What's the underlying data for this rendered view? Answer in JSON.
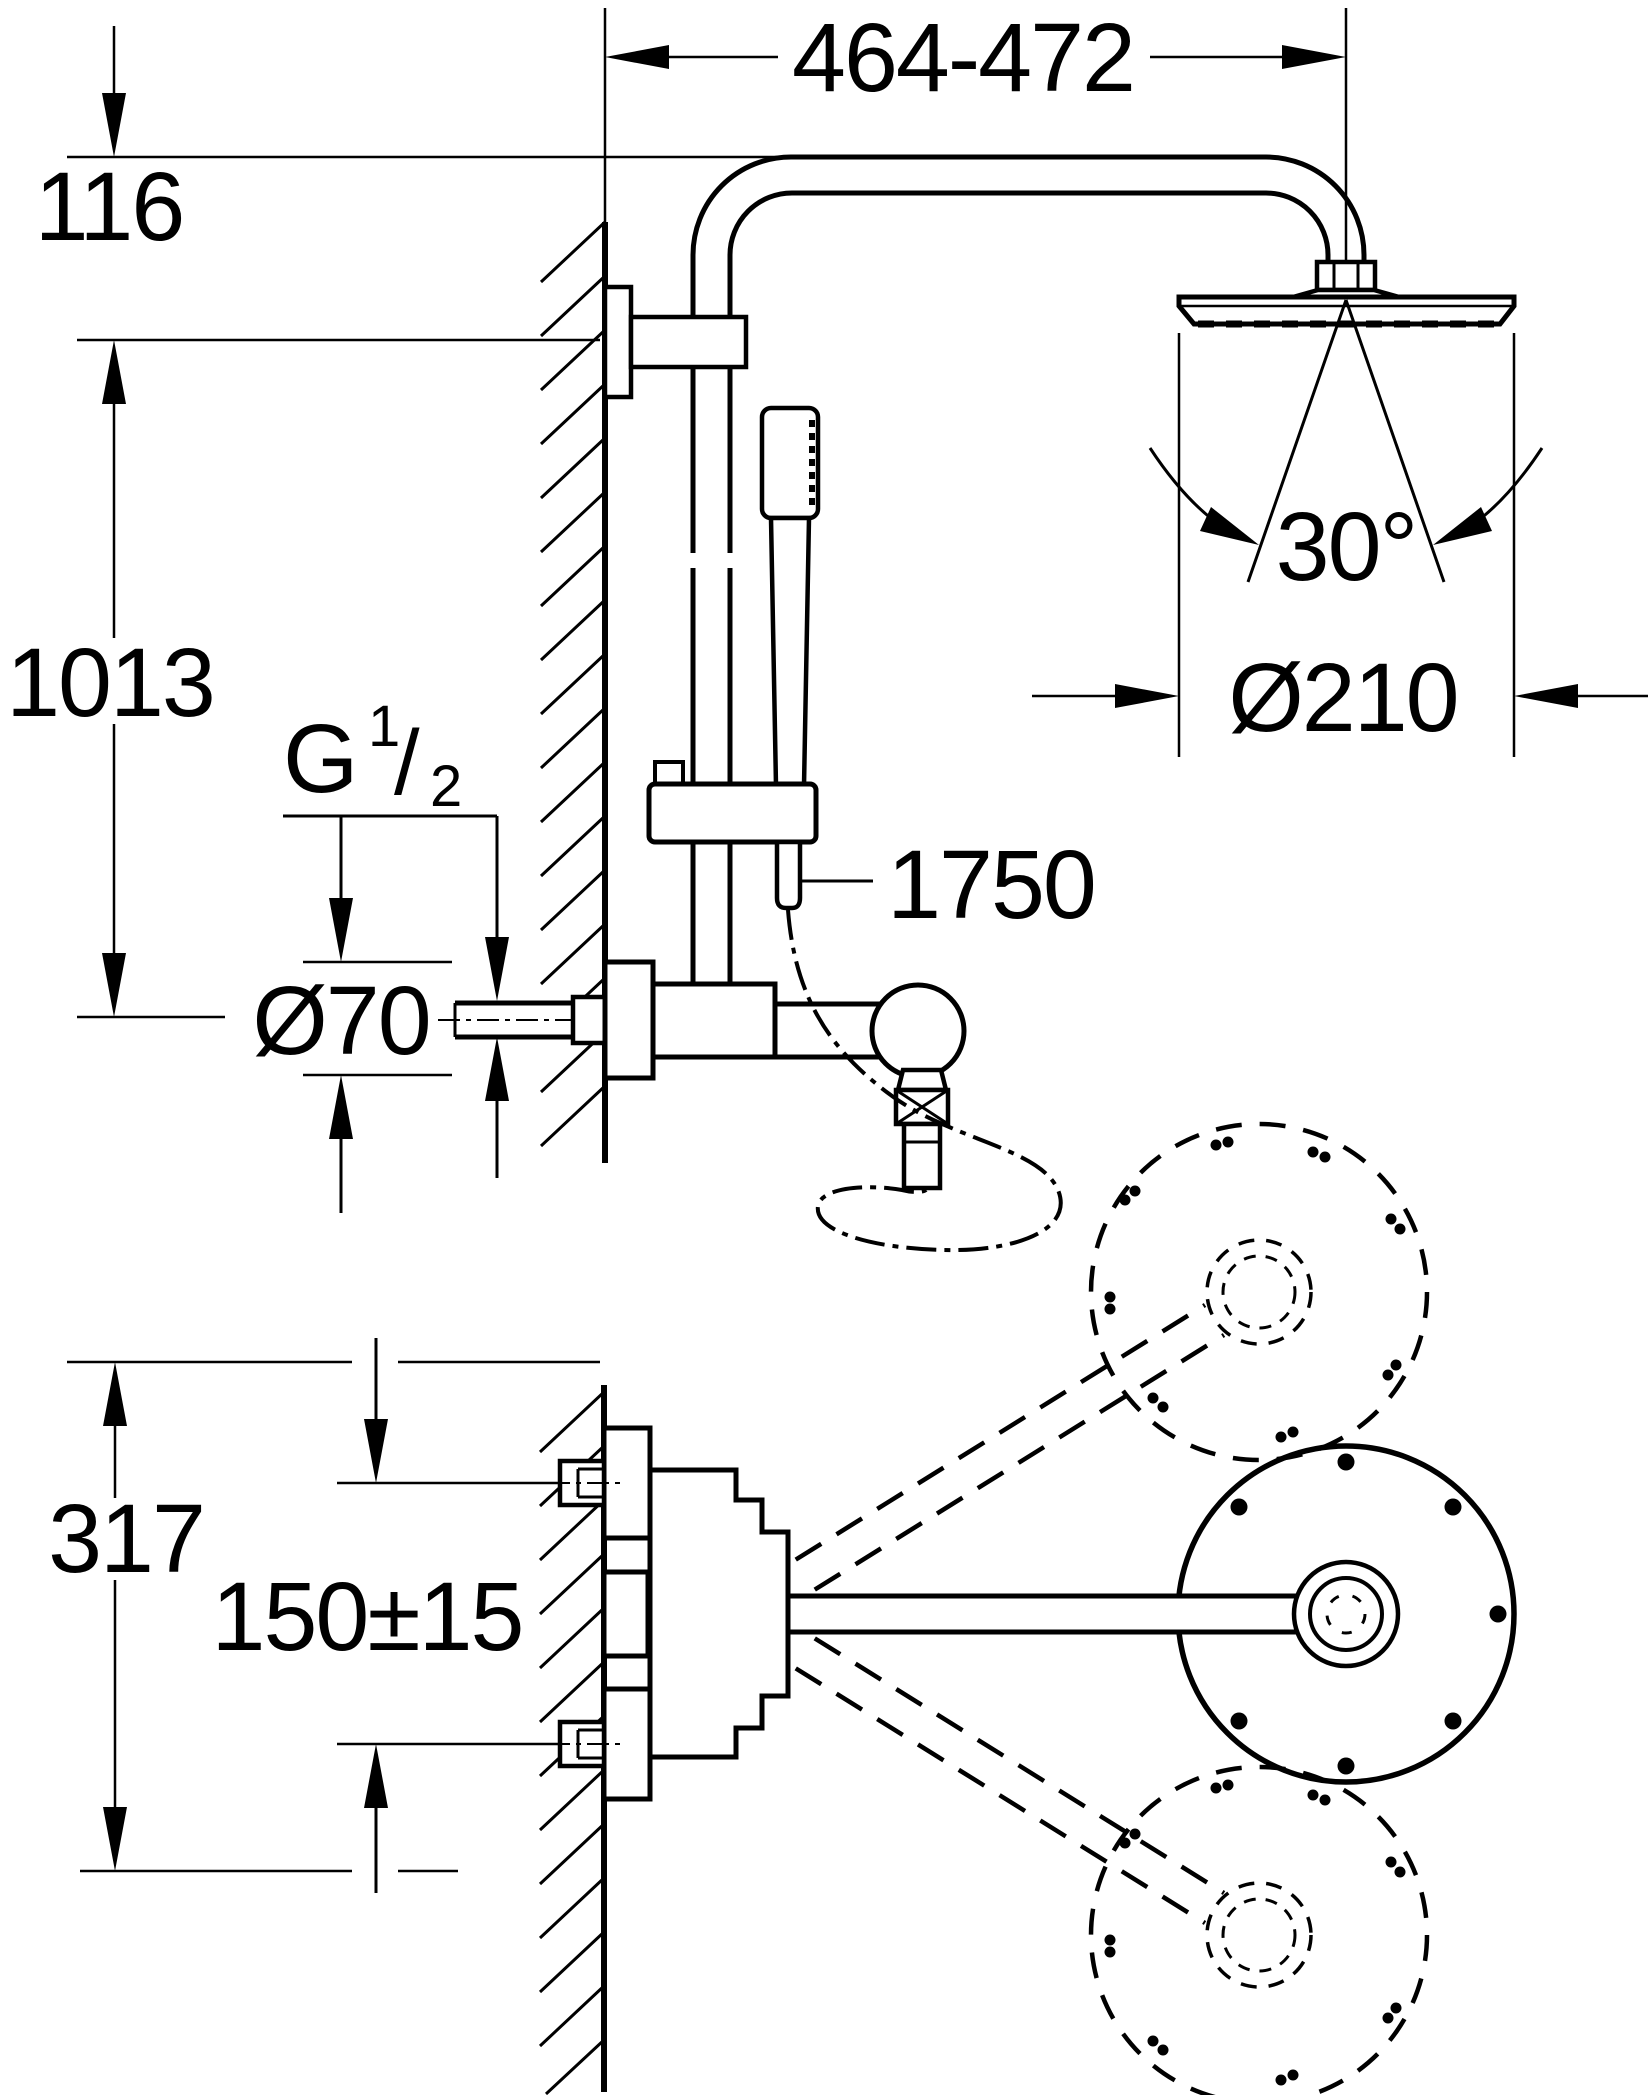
{
  "drawing": {
    "kind": "shower-system-installation-dimension-drawing",
    "colors": {
      "line": "#000000",
      "background": "#ffffff"
    }
  },
  "side_view": {
    "dim_top_width": "464-472",
    "dim_head_offset": "116",
    "dim_bracket_to_valve": "1013",
    "thread_label": {
      "letter": "G",
      "numerator": "1",
      "slash": "/",
      "denominator": "2"
    },
    "dim_escutcheon_diameter": "Ø70",
    "hose_length": "1750",
    "spray_angle": "30°",
    "dim_head_diameter": "Ø210"
  },
  "plan_view": {
    "dim_overall_height": "317",
    "dim_supply_spacing": "150±15"
  }
}
